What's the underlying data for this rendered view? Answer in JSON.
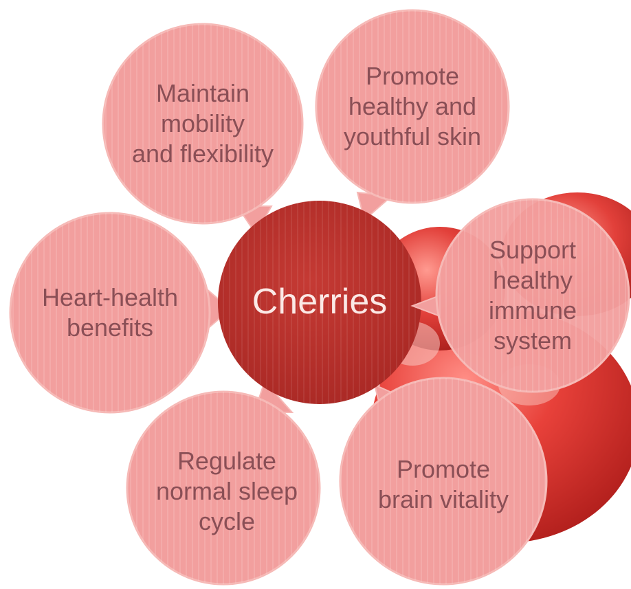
{
  "center": {
    "label": "Cherries"
  },
  "benefits": [
    {
      "id": "mobility",
      "label": "Maintain\nmobility\nand flexibility"
    },
    {
      "id": "skin",
      "label": "Promote\nhealthy and\nyouthful skin"
    },
    {
      "id": "immune",
      "label": "Support\nhealthy\nimmune\nsystem"
    },
    {
      "id": "heart",
      "label": "Heart-health\nbenefits"
    },
    {
      "id": "sleep",
      "label": "Regulate\nnormal sleep\ncycle"
    },
    {
      "id": "brain",
      "label": "Promote\nbrain vitality"
    }
  ],
  "colors": {
    "bubble_fill": "#f29f9e",
    "bubble_stroke": "#f6b9b6",
    "center_fill": "#b7302c",
    "cherry_fill": "#e8413a",
    "label_text": "#8a4f56",
    "center_text": "#fbe9e6"
  }
}
